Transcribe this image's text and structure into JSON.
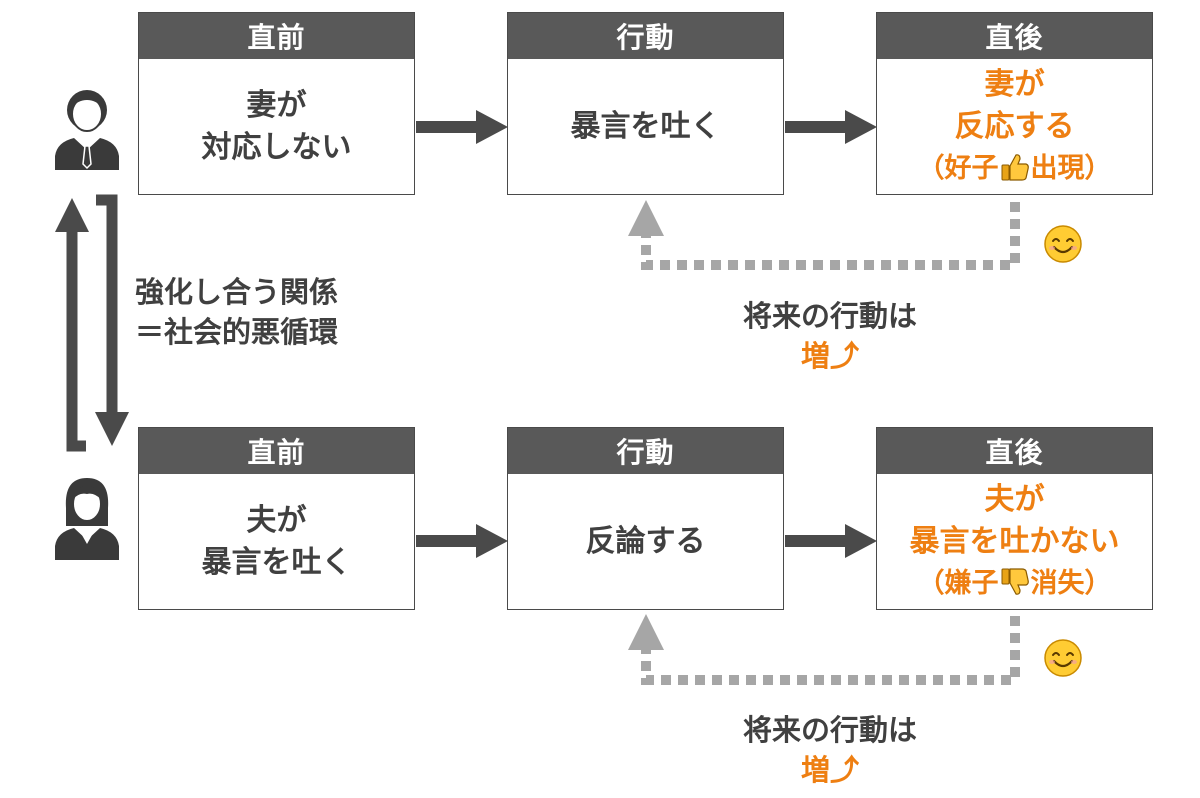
{
  "top_row": {
    "before": {
      "header": "直前",
      "lines": [
        "妻が",
        "対応しない"
      ]
    },
    "behavior": {
      "header": "行動",
      "lines": [
        "暴言を吐く"
      ]
    },
    "after": {
      "header": "直後",
      "line1": "妻が",
      "line2": "反応する",
      "paren_open": "（好子",
      "paren_close": "出現）",
      "emoji": "thumbs-up"
    },
    "future_label": "将来の行動は",
    "future_value": "増",
    "future_arrow": "⤴"
  },
  "bottom_row": {
    "before": {
      "header": "直前",
      "lines": [
        "夫が",
        "暴言を吐く"
      ]
    },
    "behavior": {
      "header": "行動",
      "lines": [
        "反論する"
      ]
    },
    "after": {
      "header": "直後",
      "line1": "夫が",
      "line2": "暴言を吐かない",
      "paren_open": "（嫌子",
      "paren_close": "消失）",
      "emoji": "thumbs-down"
    },
    "future_label": "将来の行動は",
    "future_value": "増",
    "future_arrow": "⤴"
  },
  "cycle_label": [
    "強化し合う関係",
    "＝社会的悪循環"
  ],
  "icons": [
    "husband-icon",
    "wife-icon",
    "smile-icon",
    "thumbs-up-icon",
    "thumbs-down-icon"
  ],
  "colors": {
    "header_bg": "#595959",
    "accent": "#ee7f12",
    "arrow": "#4a4a4a",
    "dotted": "#a6a6a6",
    "text": "#404040"
  }
}
